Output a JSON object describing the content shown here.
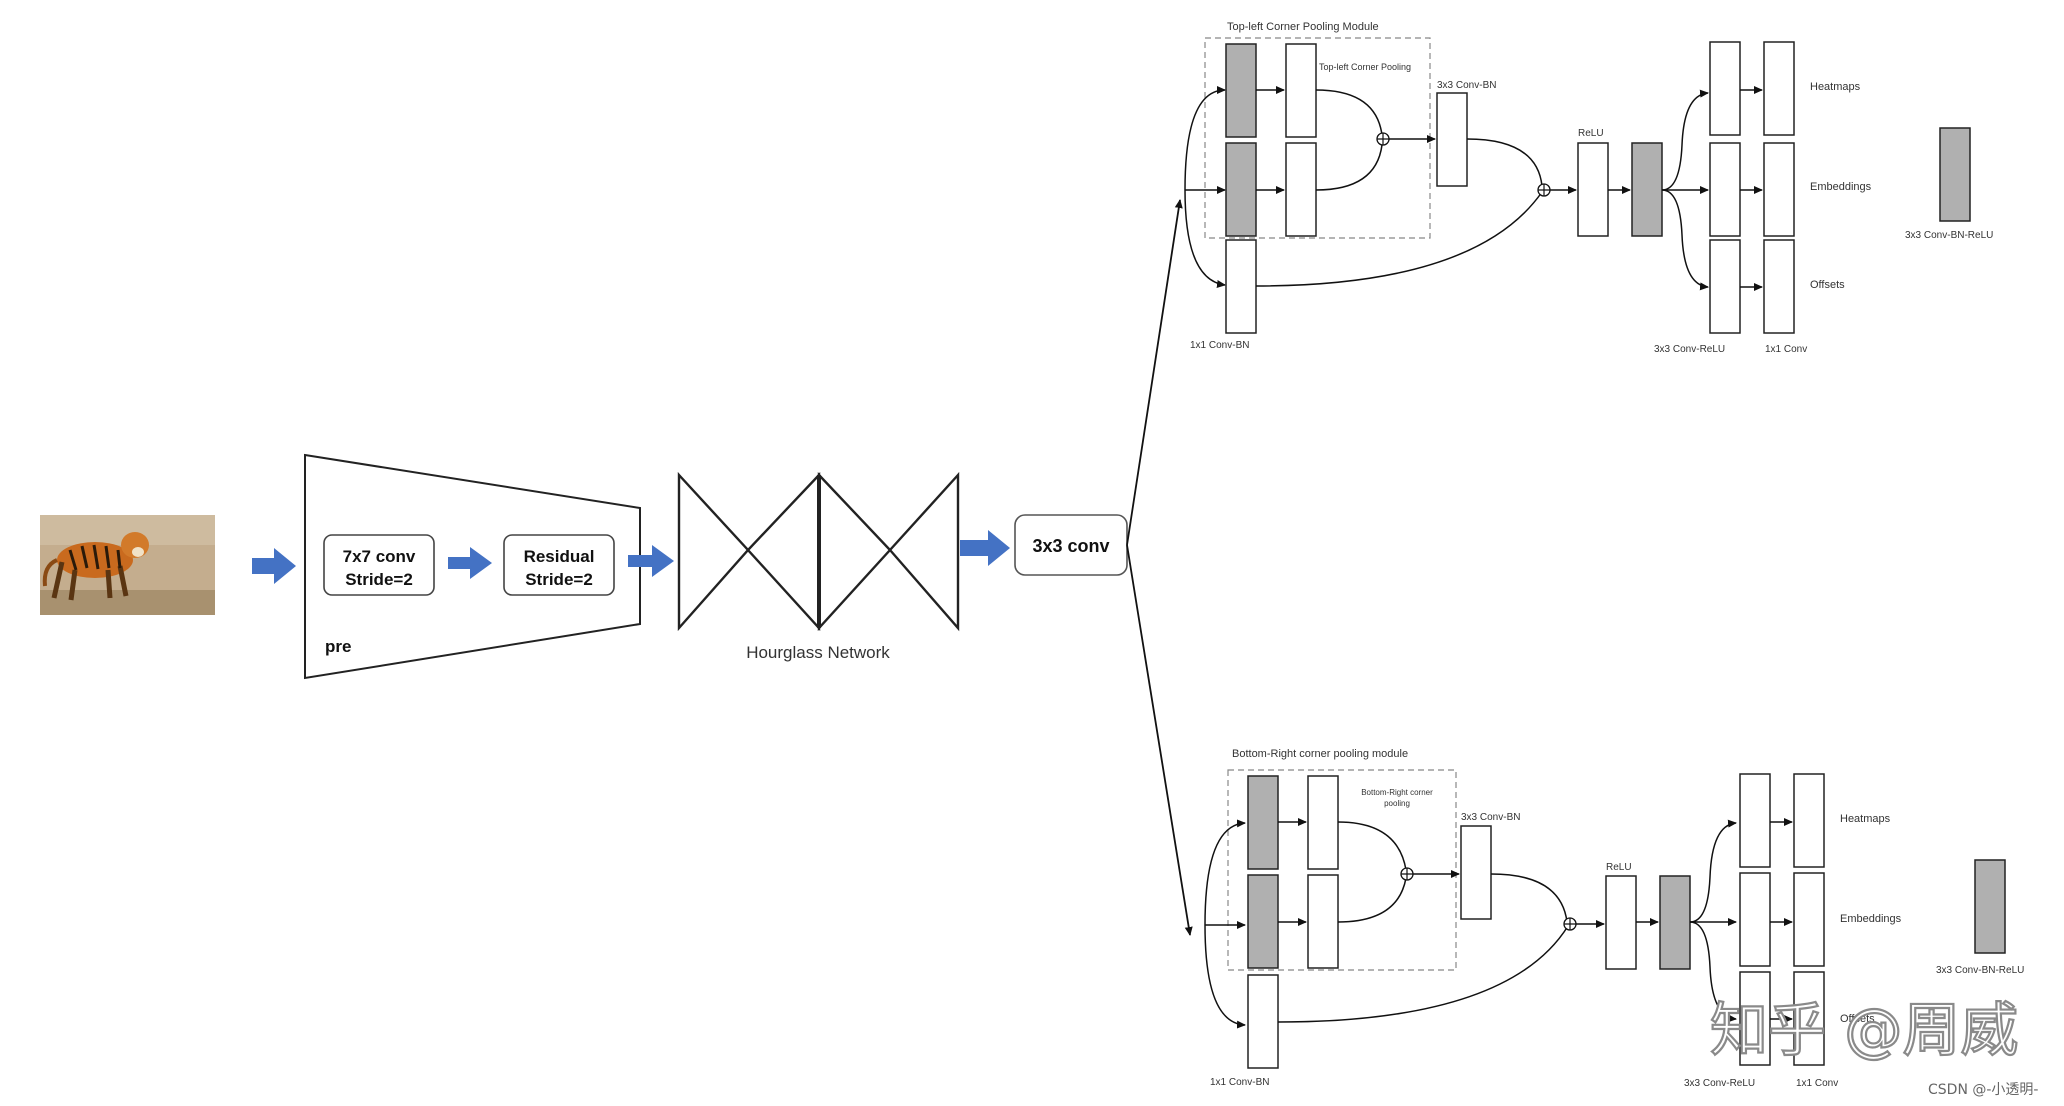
{
  "pre": {
    "block1": [
      "7x7 conv",
      "Stride=2"
    ],
    "block2": [
      "Residual",
      "Stride=2"
    ],
    "label": "pre"
  },
  "hourglass_label": "Hourglass Network",
  "conv3x3_label": "3x3 conv",
  "top_module": {
    "title": "Top-left Corner Pooling Module",
    "pooling_label": "Top-left Corner Pooling",
    "conv_bn_label": "3x3 Conv-BN",
    "conv1x1_label": "1x1 Conv-BN",
    "relu_label": "ReLU",
    "outputs": [
      "Heatmaps",
      "Embeddings",
      "Offsets"
    ],
    "head_labels": [
      "3x3 Conv-ReLU",
      "1x1 Conv"
    ],
    "legend_label": "3x3 Conv-BN-ReLU"
  },
  "bottom_module": {
    "title": "Bottom-Right corner pooling module",
    "pooling_label": [
      "Bottom-Right corner",
      "pooling"
    ],
    "conv_bn_label": "3x3 Conv-BN",
    "conv1x1_label": "1x1 Conv-BN",
    "relu_label": "ReLU",
    "outputs": [
      "Heatmaps",
      "Embeddings",
      "Offsets"
    ],
    "head_labels": [
      "3x3 Conv-ReLU",
      "1x1 Conv"
    ],
    "legend_label": "3x3 Conv-BN-ReLU"
  },
  "watermark": "知乎 @周威",
  "credit": "CSDN @-小透明-",
  "colors": {
    "arrow_blue": "#4472c4",
    "gray_block": "#b0b0b0",
    "line": "#111111"
  }
}
